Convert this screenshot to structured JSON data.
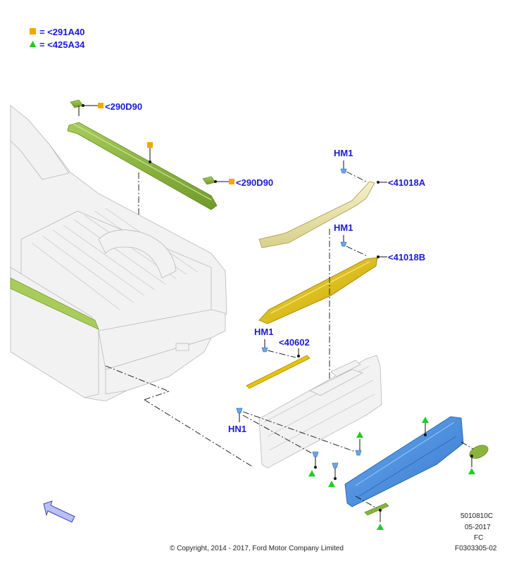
{
  "legend": {
    "items": [
      {
        "marker": "square",
        "color": "#f5a600",
        "text": "= <291A40"
      },
      {
        "marker": "triangle",
        "color": "#22cc22",
        "text": "= <425A34"
      }
    ]
  },
  "callouts": {
    "cap_left": "<290D90",
    "cap_right": "<290D90",
    "hm1_top": "HM1",
    "rail_41018a": "<41018A",
    "hm1_mid": "HM1",
    "rail_41018b": "<41018B",
    "hm1_low": "HM1",
    "strip_40602": "<40602",
    "hn1": "HN1"
  },
  "footer": {
    "ref1": "5010810C",
    "date": "05-2017",
    "fc": "FC",
    "code": "F0303305-02",
    "copyright": "© Copyright, 2014 - 2017, Ford Motor Company Limited"
  },
  "colors": {
    "rail_green": "#8ab43c",
    "rail_tan": "#e8e2a8",
    "rail_yellow": "#e6c400",
    "panel_blue": "#4a8fe0",
    "label_blue": "#1a1ad6",
    "triangle_green": "#22cc22",
    "square_orange": "#f5a600"
  }
}
